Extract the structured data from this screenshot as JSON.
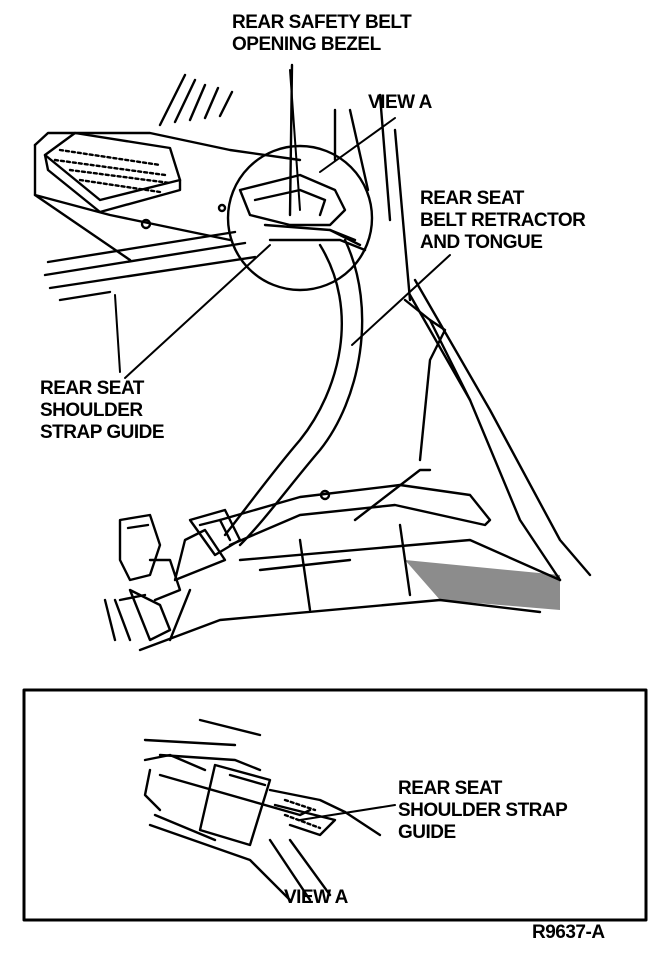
{
  "labels": {
    "bezel": "REAR SAFETY BELT\nOPENING BEZEL",
    "view_a_top": "VIEW A",
    "retractor": "REAR SEAT\nBELT RETRACTOR\nAND TONGUE",
    "strap_guide": "REAR SEAT\nSHOULDER\nSTRAP GUIDE",
    "inset_strap_guide": "REAR SEAT\nSHOULDER STRAP\nGUIDE",
    "view_a_bottom": "VIEW A",
    "figure_code": "R9637-A"
  }
}
